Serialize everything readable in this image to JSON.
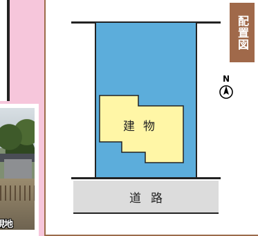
{
  "photo_caption": "現地",
  "diagram": {
    "title": "配置図",
    "north_label": "N",
    "building_label": "建物",
    "road_label": "道路"
  },
  "colors": {
    "background_pink": "#f6c6db",
    "panel_border": "#9b6b4a",
    "title_badge": "#a0694a",
    "lot_fill": "#5caddb",
    "building_fill": "#fff6a6",
    "road_fill": "#dcdcdc"
  },
  "icons": {
    "compass": "north-arrow-icon"
  }
}
